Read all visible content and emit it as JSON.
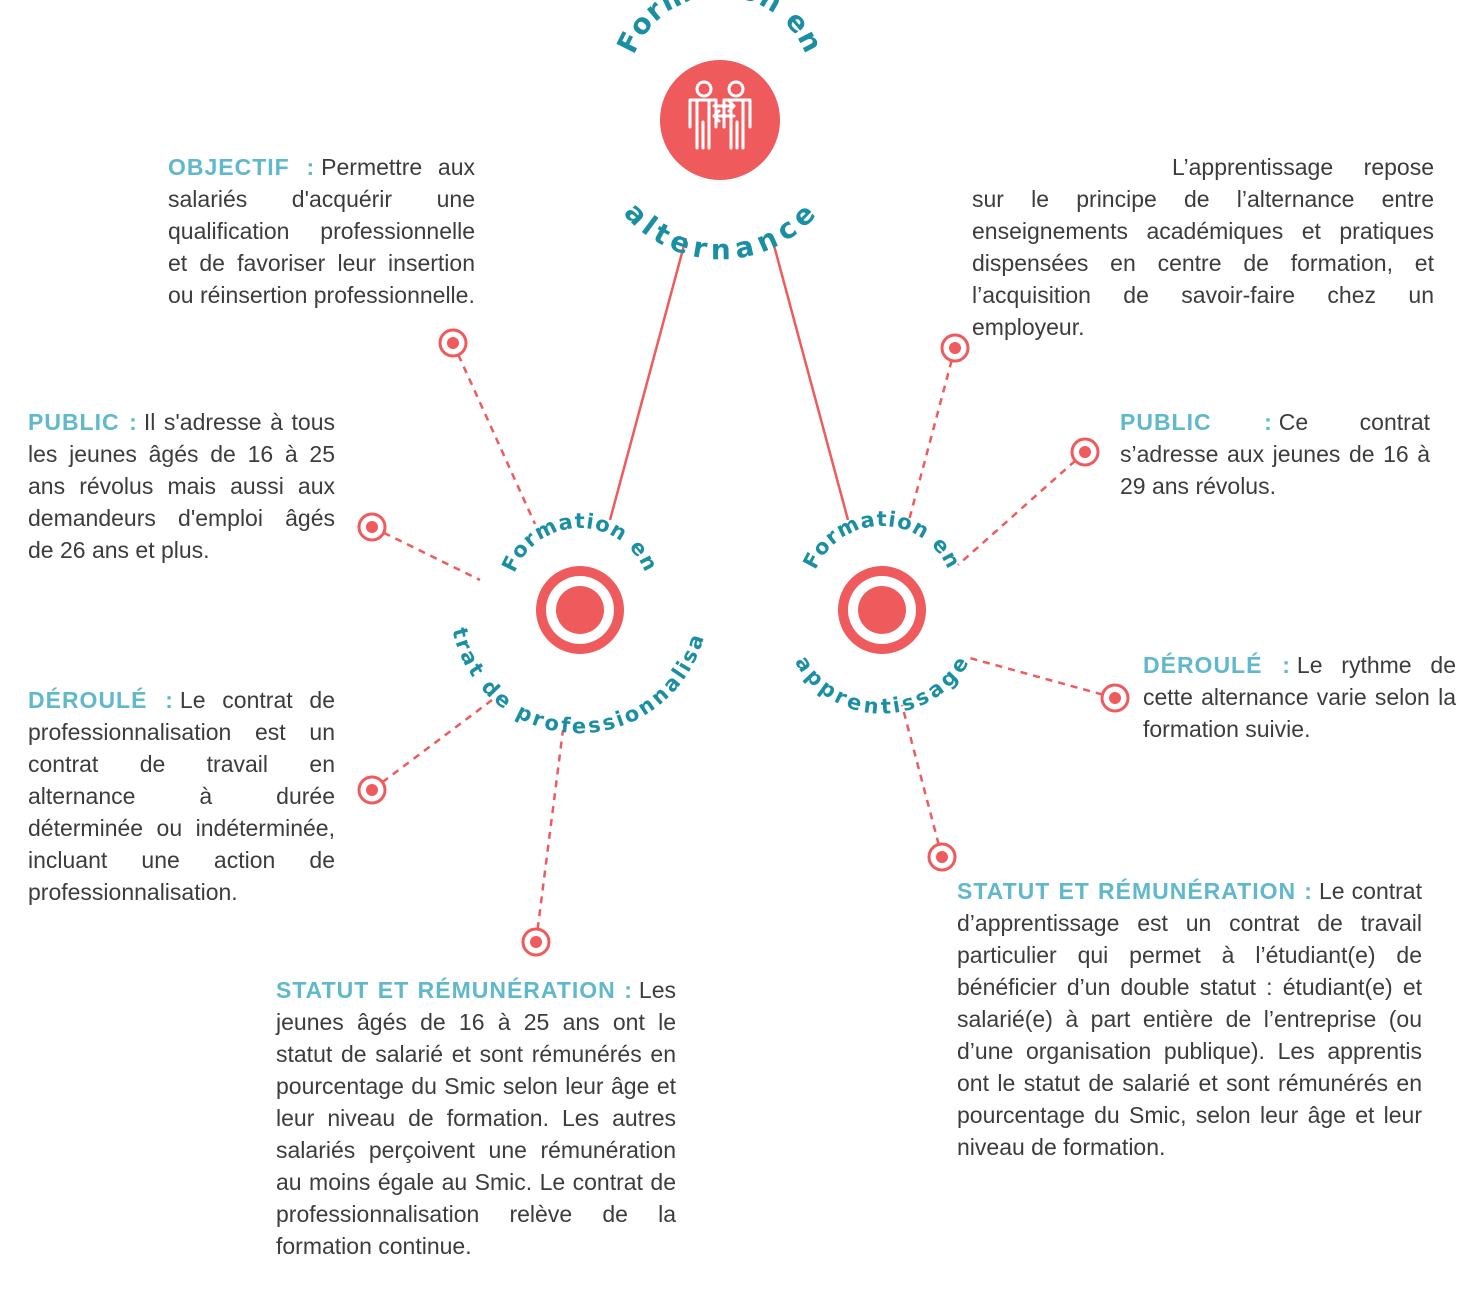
{
  "top_node": {
    "title_arc_top": "Formation en",
    "title_arc_bottom": "alternance",
    "icon": "two-people-exchange-icon"
  },
  "pro_node": {
    "title_arc_top": "Formation en",
    "title_arc_bottom": "contrat de professionnalisation",
    "icon": "target-icon"
  },
  "app_node": {
    "title_arc_top": "Formation en",
    "title_arc_bottom": "apprentissage",
    "icon": "target-icon"
  },
  "pro_blocks": {
    "objectif": {
      "label": "OBJECTIF :",
      "text": "Permettre aux salariés d'acquérir une qualification professionnelle et de favoriser leur insertion ou réinsertion professionnelle."
    },
    "public": {
      "label": "PUBLIC :",
      "text": "Il s'adresse à tous les jeunes âgés de 16 à 25 ans révolus mais aussi aux demandeurs d'emploi âgés de 26 ans et plus."
    },
    "deroule": {
      "label": "DÉROULÉ :",
      "text": "Le contrat de professionnalisation est un contrat de travail en alternance à durée déterminée ou indéterminée, incluant une action de professionnalisation."
    },
    "statut": {
      "label": "STATUT ET RÉMUNÉRATION :",
      "text": "Les jeunes âgés de 16 à 25 ans ont le statut de salarié et sont rémunérés en pourcentage du Smic selon leur âge et leur niveau de formation. Les autres salariés perçoivent une rémunération au moins égale au Smic. Le contrat de professionnalisation relève de la formation continue."
    }
  },
  "app_blocks": {
    "intro": {
      "text": "L’apprentissage repose sur le principe de l’alternance entre enseignements académiques et pratiques dispensées en centre de formation, et l’acquisition de savoir-faire chez un employeur."
    },
    "public": {
      "label": "PUBLIC :",
      "text": "Ce contrat s’adresse aux jeunes de 16 à 29 ans révolus."
    },
    "deroule": {
      "label": "DÉROULÉ :",
      "text": "Le rythme de cette alternance varie selon la formation suivie."
    },
    "statut": {
      "label": "STATUT ET RÉMUNÉRATION :",
      "text": "Le contrat d’apprentissage est un contrat de travail particulier qui permet à l’étudiant(e) de bénéficier d’un double statut : étudiant(e) et salarié(e) à part entière de l’entreprise (ou d’une organisation publique). Les apprentis ont le statut de salarié et sont rémunérés en pourcentage du Smic, selon leur âge et leur niveau de formation."
    }
  },
  "colors": {
    "accent_red": "#ef5a5d",
    "title_teal": "#1a8fa3",
    "label_blue": "#5fb8cc",
    "body_text": "#3c3c3b"
  }
}
